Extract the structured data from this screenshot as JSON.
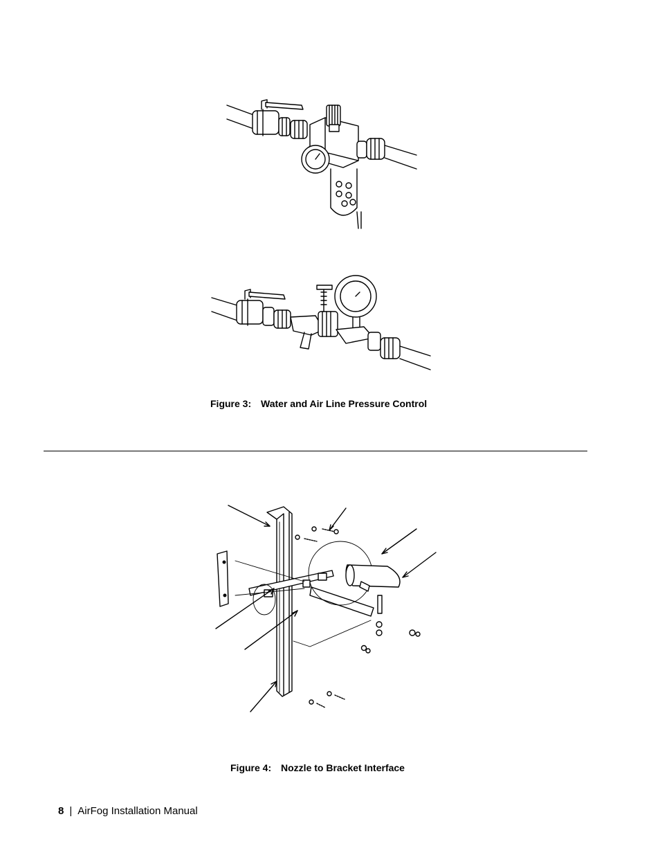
{
  "figure3": {
    "number": "Figure 3:",
    "title": "Water and Air Line Pressure Control"
  },
  "figure4": {
    "number": "Figure 4:",
    "title": "Nozzle to Bracket Interface"
  },
  "footer": {
    "page_number": "8",
    "separator": "|",
    "manual_title": "AirFog Installation Manual"
  }
}
